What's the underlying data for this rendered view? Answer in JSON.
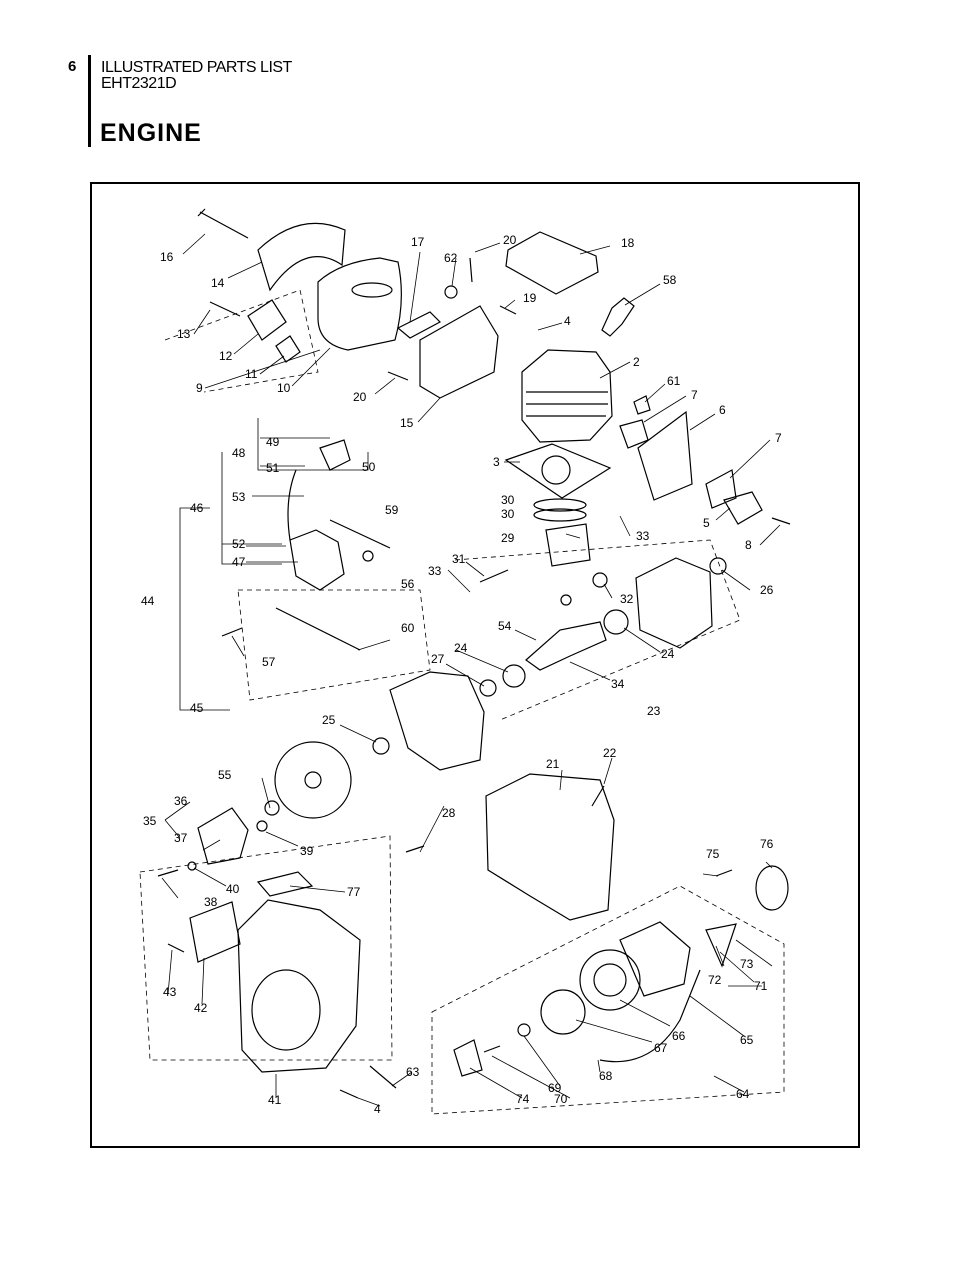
{
  "header": {
    "page_number": "6",
    "doc_title": "ILLUSTRATED PARTS LIST",
    "model": "EHT2321D",
    "section": "ENGINE"
  },
  "callouts": [
    {
      "id": "c16",
      "label": "16"
    },
    {
      "id": "c14",
      "label": "14"
    },
    {
      "id": "c17",
      "label": "17"
    },
    {
      "id": "c20a",
      "label": "20"
    },
    {
      "id": "c62",
      "label": "62"
    },
    {
      "id": "c18",
      "label": "18"
    },
    {
      "id": "c58",
      "label": "58"
    },
    {
      "id": "c19",
      "label": "19"
    },
    {
      "id": "c4a",
      "label": "4"
    },
    {
      "id": "c13",
      "label": "13"
    },
    {
      "id": "c12",
      "label": "12"
    },
    {
      "id": "c11",
      "label": "11"
    },
    {
      "id": "c9",
      "label": "9"
    },
    {
      "id": "c10",
      "label": "10"
    },
    {
      "id": "c2",
      "label": "2"
    },
    {
      "id": "c61",
      "label": "61"
    },
    {
      "id": "c20b",
      "label": "20"
    },
    {
      "id": "c15",
      "label": "15"
    },
    {
      "id": "c7a",
      "label": "7"
    },
    {
      "id": "c6",
      "label": "6"
    },
    {
      "id": "c7b",
      "label": "7"
    },
    {
      "id": "c49",
      "label": "49"
    },
    {
      "id": "c48",
      "label": "48"
    },
    {
      "id": "c51",
      "label": "51"
    },
    {
      "id": "c50",
      "label": "50"
    },
    {
      "id": "c3",
      "label": "3"
    },
    {
      "id": "c53",
      "label": "53"
    },
    {
      "id": "c46",
      "label": "46"
    },
    {
      "id": "c59",
      "label": "59"
    },
    {
      "id": "c30a",
      "label": "30"
    },
    {
      "id": "c30b",
      "label": "30"
    },
    {
      "id": "c5",
      "label": "5"
    },
    {
      "id": "c8",
      "label": "8"
    },
    {
      "id": "c33a",
      "label": "33"
    },
    {
      "id": "c29",
      "label": "29"
    },
    {
      "id": "c52",
      "label": "52"
    },
    {
      "id": "c47",
      "label": "47"
    },
    {
      "id": "c56",
      "label": "56"
    },
    {
      "id": "c31",
      "label": "31"
    },
    {
      "id": "c33b",
      "label": "33"
    },
    {
      "id": "c26",
      "label": "26"
    },
    {
      "id": "c44",
      "label": "44"
    },
    {
      "id": "c32",
      "label": "32"
    },
    {
      "id": "c54",
      "label": "54"
    },
    {
      "id": "c60",
      "label": "60"
    },
    {
      "id": "c57",
      "label": "57"
    },
    {
      "id": "c24a",
      "label": "24"
    },
    {
      "id": "c24b",
      "label": "24"
    },
    {
      "id": "c27",
      "label": "27"
    },
    {
      "id": "c34",
      "label": "34"
    },
    {
      "id": "c45",
      "label": "45"
    },
    {
      "id": "c23",
      "label": "23"
    },
    {
      "id": "c25",
      "label": "25"
    },
    {
      "id": "c22",
      "label": "22"
    },
    {
      "id": "c21",
      "label": "21"
    },
    {
      "id": "c55",
      "label": "55"
    },
    {
      "id": "c36",
      "label": "36"
    },
    {
      "id": "c35",
      "label": "35"
    },
    {
      "id": "c37",
      "label": "37"
    },
    {
      "id": "c28",
      "label": "28"
    },
    {
      "id": "c39",
      "label": "39"
    },
    {
      "id": "c75",
      "label": "75"
    },
    {
      "id": "c76",
      "label": "76"
    },
    {
      "id": "c38",
      "label": "38"
    },
    {
      "id": "c40",
      "label": "40"
    },
    {
      "id": "c77",
      "label": "77"
    },
    {
      "id": "c73",
      "label": "73"
    },
    {
      "id": "c72",
      "label": "72"
    },
    {
      "id": "c71",
      "label": "71"
    },
    {
      "id": "c43",
      "label": "43"
    },
    {
      "id": "c42",
      "label": "42"
    },
    {
      "id": "c66",
      "label": "66"
    },
    {
      "id": "c65",
      "label": "65"
    },
    {
      "id": "c67",
      "label": "67"
    },
    {
      "id": "c63",
      "label": "63"
    },
    {
      "id": "c68",
      "label": "68"
    },
    {
      "id": "c69",
      "label": "69"
    },
    {
      "id": "c41",
      "label": "41"
    },
    {
      "id": "c4b",
      "label": "4"
    },
    {
      "id": "c74",
      "label": "74"
    },
    {
      "id": "c70",
      "label": "70"
    },
    {
      "id": "c64",
      "label": "64"
    }
  ]
}
